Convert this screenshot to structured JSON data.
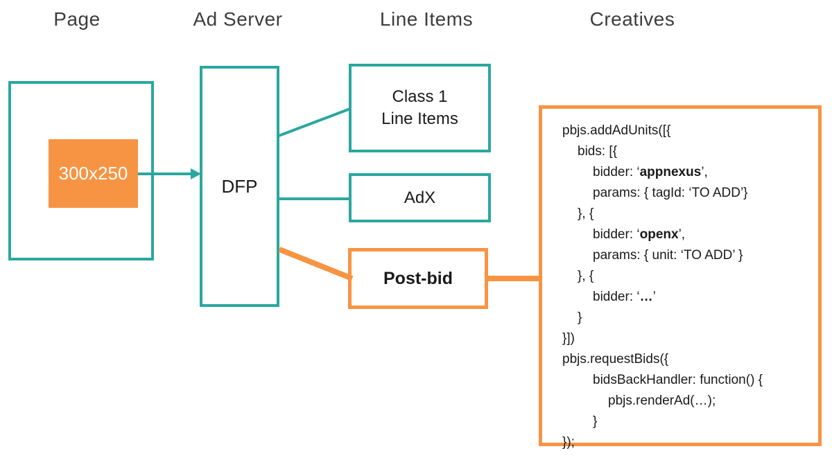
{
  "colors": {
    "teal": "#2AA7A0",
    "orange": "#F79443",
    "header_text": "#3D3D3D",
    "code_text": "#1A1A1A",
    "ad_slot_text": "#FFFFFF"
  },
  "headers": {
    "page": "Page",
    "ad_server": "Ad Server",
    "line_items": "Line Items",
    "creatives": "Creatives"
  },
  "nodes": {
    "ad_slot": {
      "label": "300x250"
    },
    "dfp": {
      "label": "DFP"
    },
    "class1": {
      "line1": "Class 1",
      "line2": "Line Items"
    },
    "adx": {
      "label": "AdX"
    },
    "postbid": {
      "label": "Post-bid"
    }
  },
  "connectors": [
    {
      "name": "arrow-adslot-to-dfp",
      "color": "teal"
    },
    {
      "name": "line-dfp-to-class1",
      "color": "teal"
    },
    {
      "name": "line-dfp-to-adx",
      "color": "teal"
    },
    {
      "name": "line-dfp-to-postbid",
      "color": "orange"
    },
    {
      "name": "line-postbid-to-code",
      "color": "orange"
    }
  ],
  "code": {
    "lines": [
      {
        "indent": 0,
        "parts": [
          {
            "t": "pbjs.addAdUnits([{",
            "b": false
          }
        ]
      },
      {
        "indent": 1,
        "parts": [
          {
            "t": "bids: [{",
            "b": false
          }
        ]
      },
      {
        "indent": 2,
        "parts": [
          {
            "t": "bidder: ‘",
            "b": false
          },
          {
            "t": "appnexus",
            "b": true
          },
          {
            "t": "’,",
            "b": false
          }
        ]
      },
      {
        "indent": 2,
        "parts": [
          {
            "t": "params: { tagId: ‘TO ADD’}",
            "b": false
          }
        ]
      },
      {
        "indent": 1,
        "parts": [
          {
            "t": "}, {",
            "b": false
          }
        ]
      },
      {
        "indent": 2,
        "parts": [
          {
            "t": "bidder: ‘",
            "b": false
          },
          {
            "t": "openx",
            "b": true
          },
          {
            "t": "’,",
            "b": false
          }
        ]
      },
      {
        "indent": 2,
        "parts": [
          {
            "t": "params: { unit: ‘TO ADD’ }",
            "b": false
          }
        ]
      },
      {
        "indent": 1,
        "parts": [
          {
            "t": "}, {",
            "b": false
          }
        ]
      },
      {
        "indent": 2,
        "parts": [
          {
            "t": "bidder: ‘",
            "b": false
          },
          {
            "t": "…",
            "b": true
          },
          {
            "t": "’",
            "b": false
          }
        ]
      },
      {
        "indent": 1,
        "parts": [
          {
            "t": "}",
            "b": false
          }
        ]
      },
      {
        "indent": 0,
        "parts": [
          {
            "t": "}])",
            "b": false
          }
        ]
      },
      {
        "indent": 0,
        "parts": [
          {
            "t": "pbjs.requestBids({",
            "b": false
          }
        ]
      },
      {
        "indent": 2,
        "parts": [
          {
            "t": "bidsBackHandler: function() {",
            "b": false
          }
        ]
      },
      {
        "indent": 3,
        "parts": [
          {
            "t": "pbjs.renderAd(…);",
            "b": false
          }
        ]
      },
      {
        "indent": 2,
        "parts": [
          {
            "t": "}",
            "b": false
          }
        ]
      },
      {
        "indent": 0,
        "parts": [
          {
            "t": "});",
            "b": false
          }
        ]
      }
    ]
  }
}
